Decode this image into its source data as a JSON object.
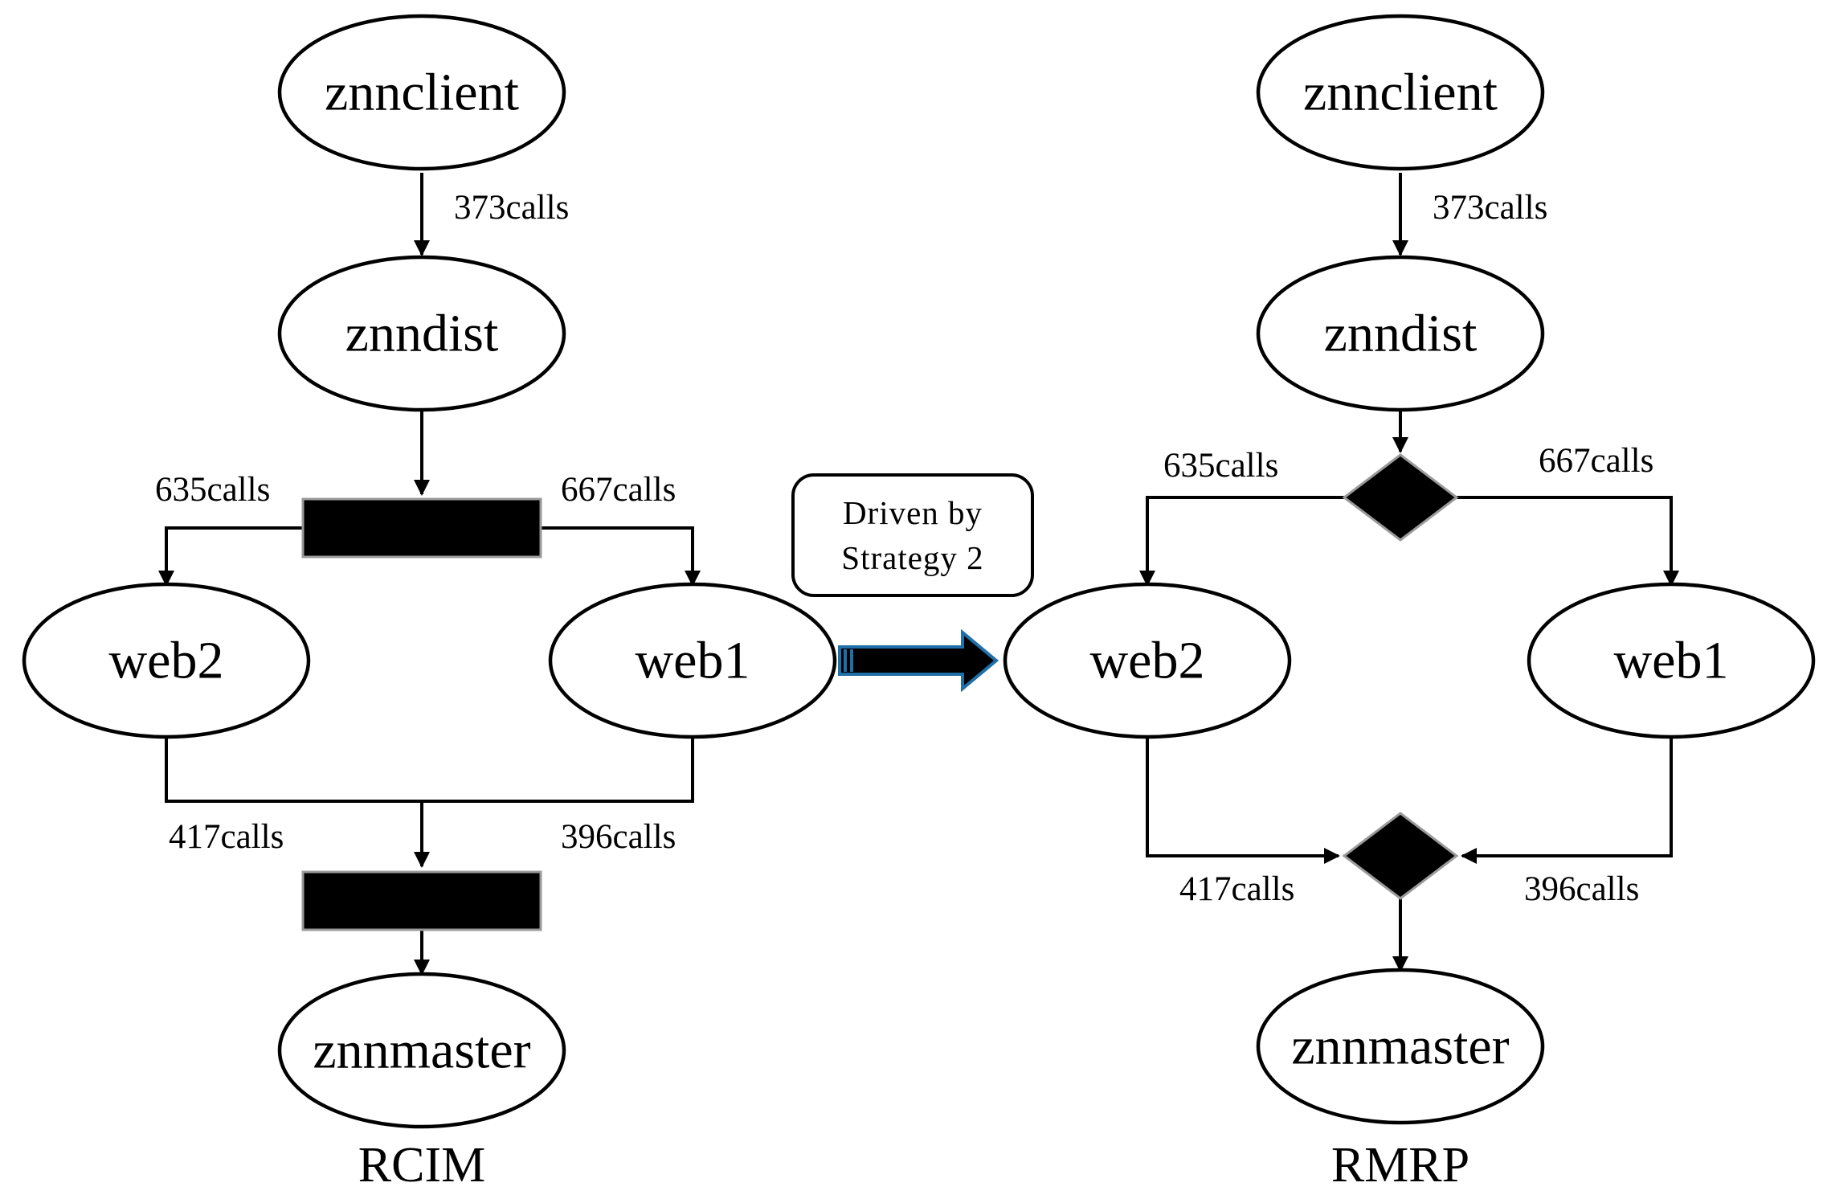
{
  "left": {
    "caption": "RCIM",
    "nodes": {
      "client": "znnclient",
      "dist": "znndist",
      "web2": "web2",
      "web1": "web1",
      "master": "znnmaster"
    },
    "edges": {
      "client_dist": "373calls",
      "to_web2": "635calls",
      "to_web1": "667calls",
      "from_web2": "417calls",
      "from_web1": "396calls"
    }
  },
  "right": {
    "caption": "RMRP",
    "nodes": {
      "client": "znnclient",
      "dist": "znndist",
      "web2": "web2",
      "web1": "web1",
      "master": "znnmaster"
    },
    "edges": {
      "client_dist": "373calls",
      "to_web2": "635calls",
      "to_web1": "667calls",
      "from_web2": "417calls",
      "from_web1": "396calls"
    }
  },
  "transition": {
    "note_line1": "Driven by",
    "note_line2": "Strategy 2",
    "arrow_color": "#1f6fa8"
  }
}
